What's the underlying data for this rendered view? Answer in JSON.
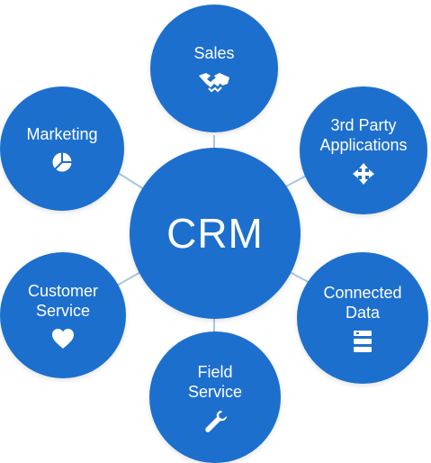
{
  "center": {
    "label": "CRM"
  },
  "nodes": {
    "sales": {
      "label": "Sales",
      "icon": "handshake-icon"
    },
    "third_party": {
      "label": "3rd Party\nApplications",
      "icon": "move-arrows-icon"
    },
    "connected_data": {
      "label": "Connected\nData",
      "icon": "database-icon"
    },
    "field_service": {
      "label": "Field\nService",
      "icon": "wrench-icon"
    },
    "customer_service": {
      "label": "Customer\nService",
      "icon": "heart-icon"
    },
    "marketing": {
      "label": "Marketing",
      "icon": "pie-chart-icon"
    }
  },
  "colors": {
    "node_fill": "#1d6fcd",
    "connector": "#a9c4e6",
    "text": "#ffffff"
  }
}
